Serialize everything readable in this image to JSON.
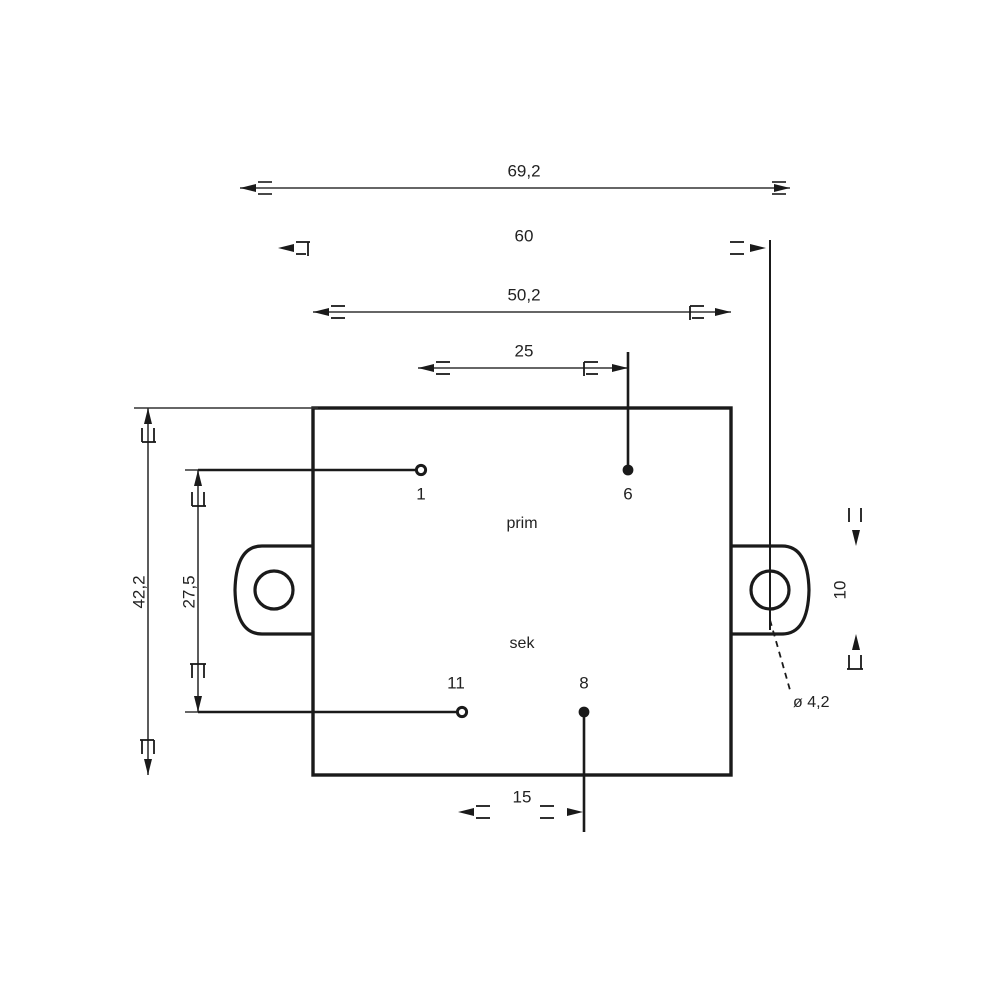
{
  "drawing": {
    "title": "transformer-outline-dimension-drawing",
    "units": "mm",
    "colors": {
      "background": "#ffffff",
      "line": "#1a1a1a",
      "text": "#222222",
      "thin_line": "#333333"
    },
    "dimensions": {
      "overall_width": "69,2",
      "mounting_hole_span": "60",
      "body_width": "50,2",
      "pin_offset_horizontal": "25",
      "overall_height": "42,2",
      "pin_row_spacing": "27,5",
      "tab_height": "10",
      "pin_offset_bottom": "15",
      "hole_diameter": "ø 4,2"
    },
    "labels": {
      "primary_winding": "prim",
      "secondary_winding": "sek"
    },
    "pins": [
      {
        "number": "1",
        "style": "hollow"
      },
      {
        "number": "6",
        "style": "filled"
      },
      {
        "number": "11",
        "style": "hollow"
      },
      {
        "number": "8",
        "style": "filled"
      }
    ]
  }
}
